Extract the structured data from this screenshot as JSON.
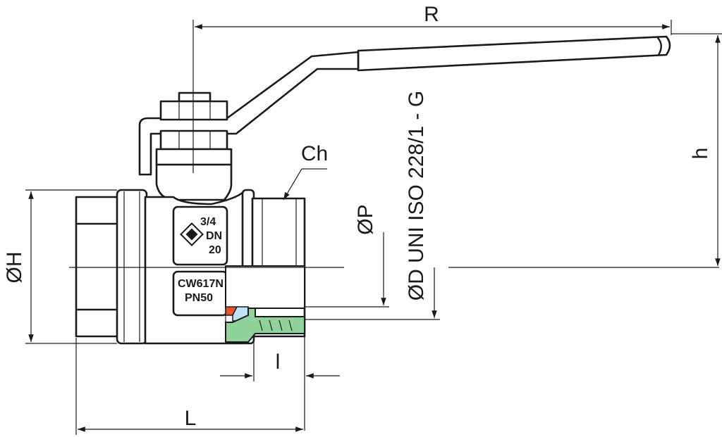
{
  "dimensions": {
    "R": "R",
    "h": "h",
    "Ch": "Ch",
    "P": "ØP",
    "D": "ØD UNI ISO 228/1 - G",
    "H": "ØH",
    "l": "l",
    "L": "L"
  },
  "body_marking": {
    "size": "3/4",
    "dn_label": "DN",
    "dn_value": "20",
    "material": "CW617N",
    "pressure": "PN50"
  },
  "colors": {
    "line": "#1a1a1a",
    "seat_orange": "#e8512a",
    "seal_blue": "#bfe3f5",
    "thread_green": "#8fd39a"
  }
}
